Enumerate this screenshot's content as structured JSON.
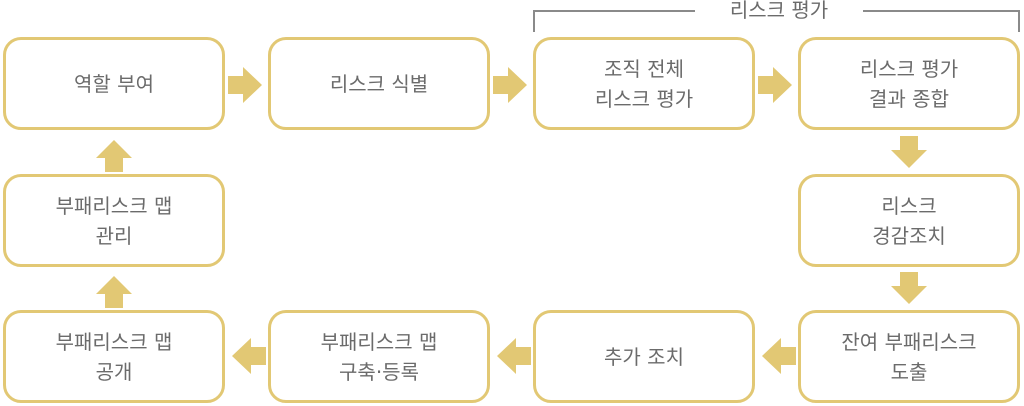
{
  "colors": {
    "accent": "#e2c874",
    "text": "#6b6b6b",
    "bracket": "#8a8a8a"
  },
  "bracket": {
    "label": "리스크 평가"
  },
  "steps": {
    "role": {
      "lines": [
        "역할 부여"
      ]
    },
    "identify": {
      "lines": [
        "리스크 식별"
      ]
    },
    "org_assess": {
      "lines": [
        "조직 전체",
        "리스크 평가"
      ]
    },
    "assess_summary": {
      "lines": [
        "리스크 평가",
        "결과 종합"
      ]
    },
    "mitigation": {
      "lines": [
        "리스크",
        "경감조치"
      ]
    },
    "residual": {
      "lines": [
        "잔여 부패리스크",
        "도출"
      ]
    },
    "extra": {
      "lines": [
        "추가 조치"
      ]
    },
    "map_build": {
      "lines": [
        "부패리스크 맵",
        "구축·등록"
      ]
    },
    "map_publish": {
      "lines": [
        "부패리스크 맵",
        "공개"
      ]
    },
    "map_manage": {
      "lines": [
        "부패리스크 맵",
        "관리"
      ]
    }
  }
}
